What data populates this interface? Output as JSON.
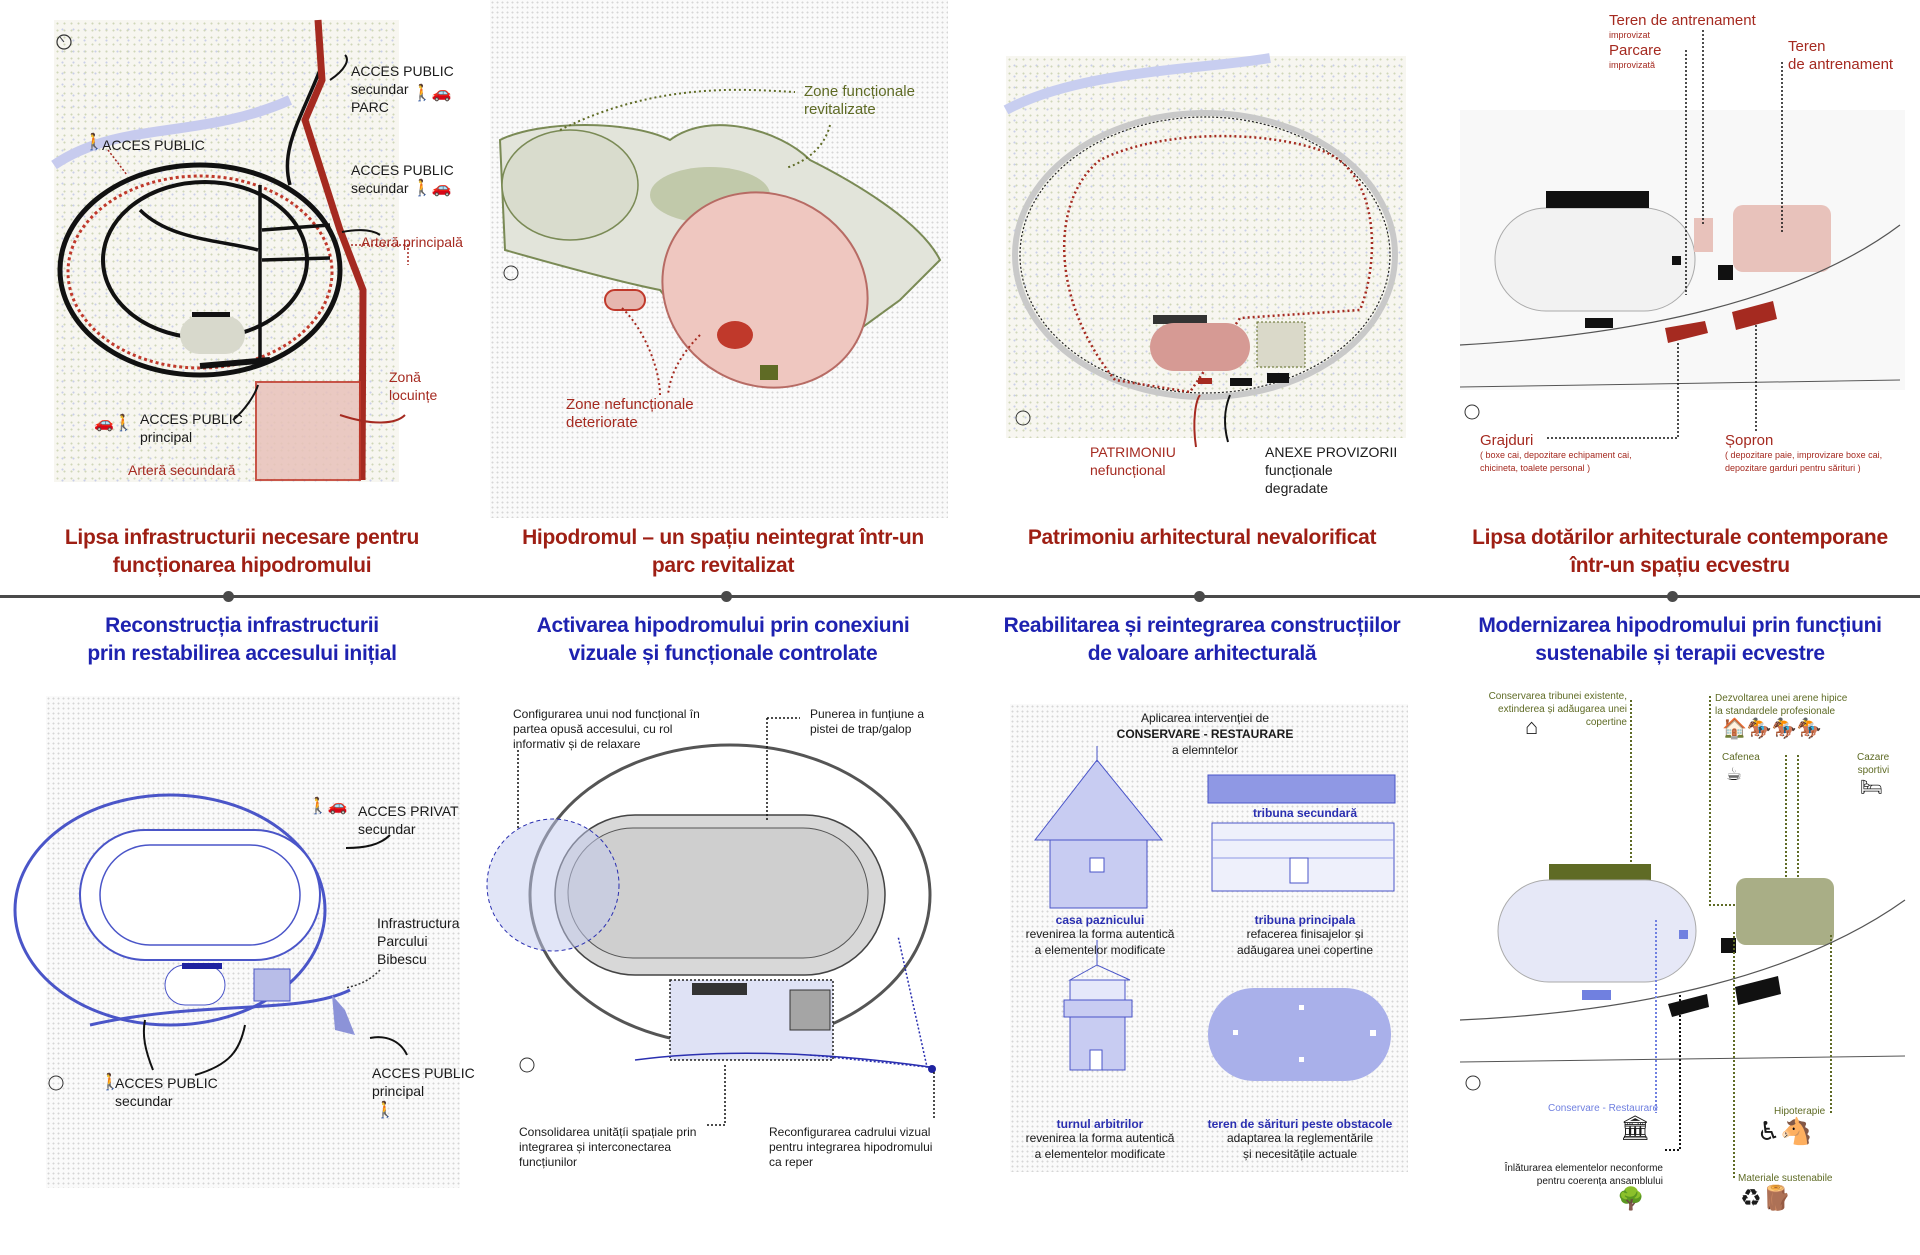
{
  "panels_top": [
    {
      "id": "infrastructure-problem",
      "labels": {
        "acces_public_secundar_parc": "ACCES PUBLIC\nsecundar\nPARC",
        "acces_public": "ACCES PUBLIC",
        "acces_public_secundar": "ACCES PUBLIC\nsecundar",
        "artera_principala": "Arteră principală",
        "zona_locuinte": "Zonă\nlocuințe",
        "acces_public_principal": "ACCES PUBLIC\nprincipal",
        "artera_secundara": "Arteră secundară"
      },
      "problem_title": "Lipsa infrastructurii necesare pentru\nfuncționarea hipodromului"
    },
    {
      "id": "park-integration-problem",
      "labels": {
        "zone_functionale": "Zone funcționale\nrevitalizate",
        "zone_nefunctionale": "Zone nefuncționale\ndeteriorate"
      },
      "problem_title": "Hipodromul – un spațiu neintegrat într-un\nparc revitalizat"
    },
    {
      "id": "heritage-problem",
      "labels": {
        "patrimoniu": "PATRIMONIU\nnefuncțional",
        "anexe": "ANEXE PROVIZORII\nfuncționale\ndegradate"
      },
      "problem_title": "Patrimoniu arhitectural nevalorificat"
    },
    {
      "id": "equestrian-facilities-problem",
      "labels": {
        "teren_improvizat": "Teren de antrenament",
        "teren_improvizat_sub": "improvizat",
        "parcare": "Parcare",
        "parcare_sub": "improvizată",
        "teren_antrenament": "Teren\nde antrenament",
        "grajduri": "Grajduri",
        "grajduri_sub": "( boxe cai, depozitare echipament cai,\nchicineta, toalete personal )",
        "sopron": "Șopron",
        "sopron_sub": "( depozitare paie, improvizare boxe cai,\ndepozitare garduri pentru sărituri )"
      },
      "problem_title": "Lipsa dotărilor arhitecturale contemporane\nîntr-un spațiu ecvestru"
    }
  ],
  "panels_bottom": [
    {
      "id": "access-solution",
      "solution_title": "Reconstrucția infrastructurii\nprin restabilirea accesului inițial",
      "labels": {
        "acces_privat": "ACCES PRIVAT\nsecundar",
        "infrastructura": "Infrastructura\nParcului\nBibescu",
        "acces_public_principal": "ACCES PUBLIC\nprincipal",
        "acces_public_secundar": "ACCES PUBLIC\nsecundar"
      }
    },
    {
      "id": "activation-solution",
      "solution_title": "Activarea hipodromului prin conexiuni\nvizuale și funcționale controlate",
      "labels": {
        "nod_functional": "Configurarea unui nod funcțional în\npartea opusă accesului, cu rol\ninformativ și de relaxare",
        "pista": "Punerea in funțiune a\npistei de trap/galop",
        "consolidare": "Consolidarea unitățíi spațiale prin\nintegrarea și interconectarea\nfuncțiunilor",
        "reconfigurare": "Reconfigurarea cadrului vizual\npentru integrarea hipodromului\nca reper"
      }
    },
    {
      "id": "rehabilitation-solution",
      "solution_title": "Reabilitarea și reintegrarea construcțiilor\nde valoare arhitecturală",
      "intro_line1": "Aplicarea intervenției de",
      "intro_line2": "CONSERVARE - RESTAURARE",
      "intro_line3": "a elemntelor",
      "items": [
        {
          "name": "casa paznicului",
          "desc": "revenirea la forma autentică\na elementelor modificate"
        },
        {
          "name": "tribuna secundară",
          "desc": ""
        },
        {
          "name": "tribuna principala",
          "desc": "refacerea finisajelor și\nadăugarea unei copertine"
        },
        {
          "name": "turnul arbitrilor",
          "desc": "revenirea la forma autentică\na elementelor modificate"
        },
        {
          "name": "teren de sărituri peste obstacole",
          "desc": "adaptarea la reglementările\nși necesitățile actuale"
        }
      ]
    },
    {
      "id": "modernization-solution",
      "solution_title": "Modernizarea hipodromului prin funcțiuni\nsustenabile și terapii ecvestre",
      "labels": {
        "conservare_tribuna": "Conservarea tribunei existente,\nextinderea și adăugarea unei copertine",
        "arena": "Dezvoltarea unei arene hipice\nla standardele profesionale",
        "cafenea": "Cafenea",
        "cazare": "Cazare\nsportivi",
        "conservare_restaurare": "Conservare - Restaurare",
        "inlaturare": "Înlăturarea elementelor neconforme\npentru coerența ansamblului",
        "hipoterapie": "Hipoterapie",
        "materiale": "Materiale sustenabile"
      }
    }
  ],
  "colors": {
    "problem": "#9e1f14",
    "solution": "#1e22b0",
    "accent_red": "#a52a20",
    "accent_green": "#5f6b25",
    "accent_blue": "#4a55c8",
    "timeline": "#4a4a4a"
  }
}
